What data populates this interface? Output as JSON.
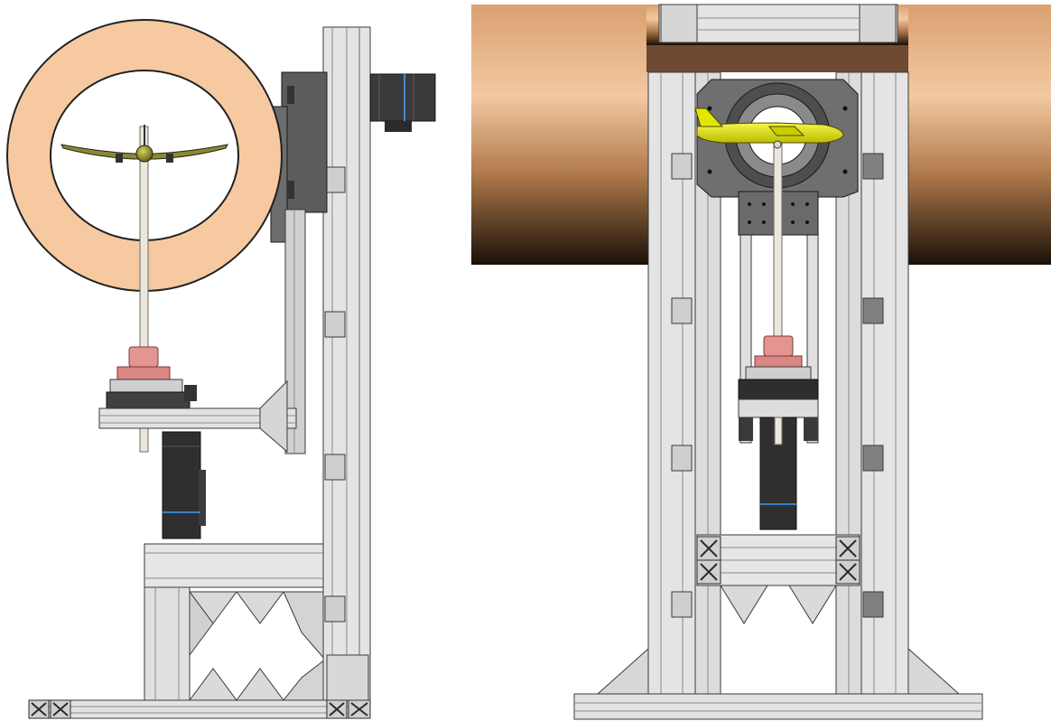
{
  "views": [
    {
      "id": "side-view",
      "subject": "wind-tunnel-model-support-rig"
    },
    {
      "id": "front-view",
      "subject": "wind-tunnel-model-support-rig"
    }
  ],
  "colors": {
    "background": "#ffffff",
    "aluminum_light": "#e4e4e4",
    "aluminum_mid": "#c9c9c9",
    "aluminum_dark": "#9a9a9a",
    "outline": "#3a3a3a",
    "tunnel_ring": "#f7c9a0",
    "tunnel_copper_light": "#f0c39a",
    "tunnel_copper_dark": "#1a1008",
    "flange_brown": "#6e4a33",
    "mount_plate": "#6f6f6f",
    "pink_collar": "#e59591",
    "motor_black": "#2e2e2e",
    "model_yellow": "#e3e600",
    "model_olive": "#8a8a2e",
    "sting_rod": "#ece6dc",
    "blue_band": "#3a7fc4"
  }
}
